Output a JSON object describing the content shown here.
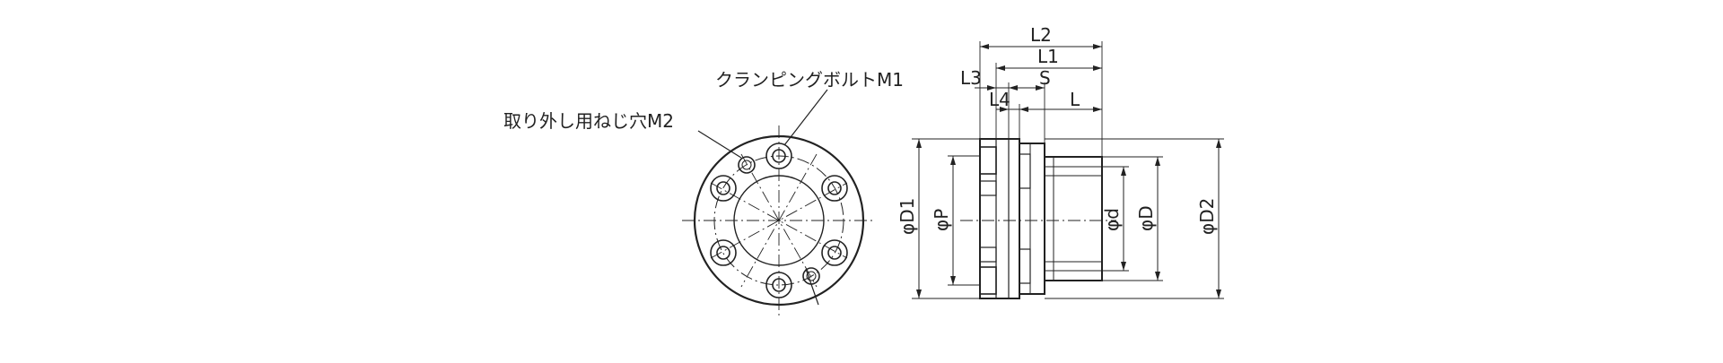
{
  "labels": {
    "clamping_bolt": "クランピングボルトM1",
    "removal_hole": "取り外し用ねじ穴M2"
  },
  "dimensions": {
    "L2": "L2",
    "L1": "L1",
    "L3": "L3",
    "S": "S",
    "L4": "L4",
    "L": "L",
    "D1": "φD1",
    "P": "φP",
    "d": "φd",
    "D": "φD",
    "D2": "φD2"
  },
  "colors": {
    "line": "#222222",
    "background": "#ffffff"
  }
}
